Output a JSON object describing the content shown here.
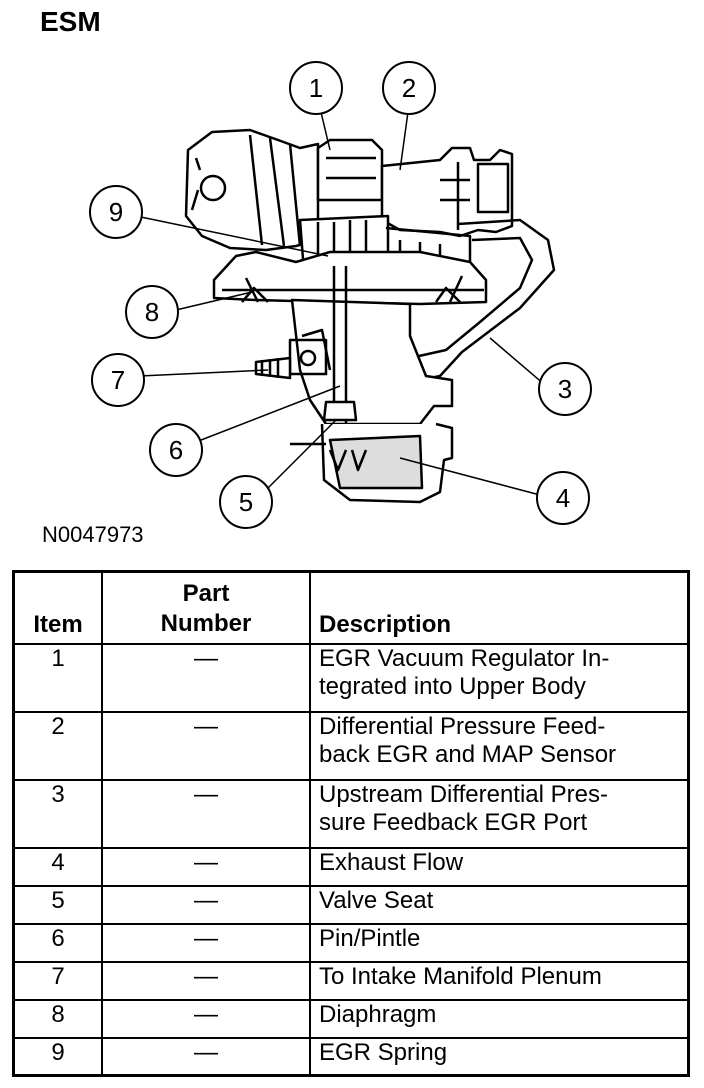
{
  "title": "ESM",
  "figure_id": "N0047973",
  "callouts": [
    "1",
    "2",
    "3",
    "4",
    "5",
    "6",
    "7",
    "8",
    "9"
  ],
  "table": {
    "headers": {
      "item": "Item",
      "part_line1": "Part",
      "part_line2": "Number",
      "description": "Description"
    },
    "rows": [
      {
        "item": "1",
        "part": "—",
        "desc_line1": "EGR Vacuum Regulator In-",
        "desc_line2": "tegrated into Upper Body"
      },
      {
        "item": "2",
        "part": "—",
        "desc_line1": "Differential Pressure Feed-",
        "desc_line2": "back EGR and MAP Sensor"
      },
      {
        "item": "3",
        "part": "—",
        "desc_line1": "Upstream Differential Pres-",
        "desc_line2": "sure Feedback EGR Port"
      },
      {
        "item": "4",
        "part": "—",
        "desc_line1": "Exhaust Flow"
      },
      {
        "item": "5",
        "part": "—",
        "desc_line1": "Valve Seat"
      },
      {
        "item": "6",
        "part": "—",
        "desc_line1": "Pin/Pintle"
      },
      {
        "item": "7",
        "part": "—",
        "desc_line1": "To Intake Manifold Plenum"
      },
      {
        "item": "8",
        "part": "—",
        "desc_line1": "Diaphragm"
      },
      {
        "item": "9",
        "part": "—",
        "desc_line1": "EGR Spring"
      }
    ]
  }
}
